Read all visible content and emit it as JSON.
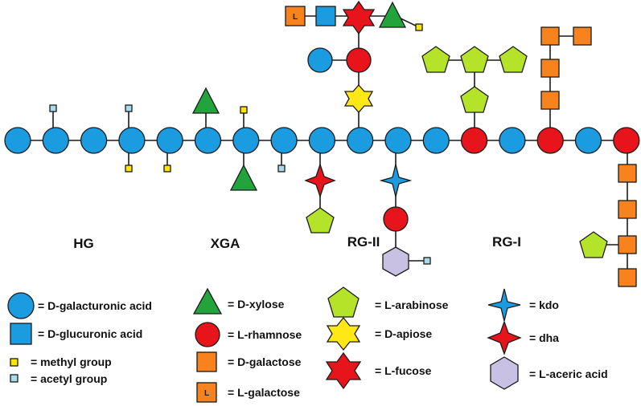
{
  "colors": {
    "galacturonic": "#1b9be0",
    "glucuronic": "#1b9be0",
    "methyl": "#ffe600",
    "acetyl": "#a9dbef",
    "xylose": "#22a33c",
    "rhamnose": "#e8141c",
    "galactose": "#f7821e",
    "arabinose": "#b4e32a",
    "apiose": "#ffe815",
    "fucose": "#e8141c",
    "kdo": "#1b9be0",
    "dha": "#e8141c",
    "aceric": "#c9c1e3"
  },
  "regions": {
    "hg": "HG",
    "xga": "XGA",
    "rg2": "RG-II",
    "rg1": "RG-I"
  },
  "l_mark": "L",
  "legend": {
    "galacturonic": "= D-galacturonic acid",
    "glucuronic": "= D-glucuronic acid",
    "methyl": "= methyl group",
    "acetyl": "= acetyl group",
    "xylose": "= D-xylose",
    "rhamnose": "= L-rhamnose",
    "galactose": "= D-galactose",
    "lgalactose": "= L-galactose",
    "arabinose": "= L-arabinose",
    "apiose": "= D-apiose",
    "fucose": "= L-fucose",
    "kdo": "= kdo",
    "dha": "= dha",
    "aceric": "= L-aceric acid"
  }
}
